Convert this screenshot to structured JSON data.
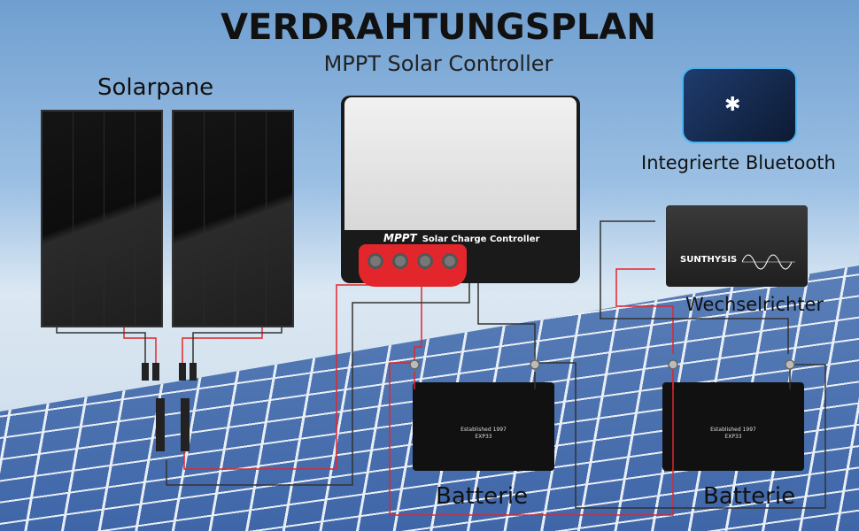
{
  "title": "VERDRAHTUNGSPLAN",
  "subtitle": "MPPT Solar Controller",
  "labels": {
    "solar_panel": "Solarpane",
    "bluetooth": "Integrierte Bluetooth",
    "inverter": "Wechselrichter",
    "battery_1": "Batterie",
    "battery_2": "Batterie"
  },
  "controller": {
    "brand": "MPPT",
    "text": "Solar Charge Controller"
  },
  "inverter": {
    "brand": "SUNTHYSIS"
  },
  "battery": {
    "line1": "Established 1997",
    "line2": "EXP33"
  },
  "colors": {
    "positive_wire": "#e3262c",
    "negative_wire": "#333333",
    "terminal_block": "#e3262c"
  }
}
